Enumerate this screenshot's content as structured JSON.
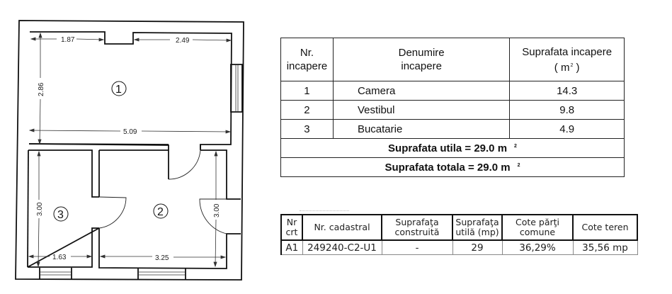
{
  "floor_plan": {
    "rooms": [
      {
        "number": "1",
        "label": "①"
      },
      {
        "number": "2",
        "label": "②"
      },
      {
        "number": "3",
        "label": "③"
      }
    ],
    "dimensions": {
      "room1_top_left_width": "1.87",
      "room1_top_right_width": "2.49",
      "room1_height": "2.86",
      "room1_total_width": "5.09",
      "room3_height": "3.00",
      "room3_width": "1.63",
      "room2_height": "3.00",
      "room2_width": "3.25"
    }
  },
  "rooms_table": {
    "headers": {
      "nr_line1": "Nr.",
      "nr_line2": "incapere",
      "name_line1": "Denumire",
      "name_line2": "incapere",
      "area_line1": "Suprafata incapere",
      "area_unit_open": "( m",
      "area_unit_sup": "2",
      "area_unit_close": " )"
    },
    "rows": [
      {
        "nr": "1",
        "name": "Camera",
        "area": "14.3"
      },
      {
        "nr": "2",
        "name": "Vestibul",
        "area": "9.8"
      },
      {
        "nr": "3",
        "name": "Bucatarie",
        "area": "4.9"
      }
    ],
    "utila": {
      "text": "Suprafata utila = 29.0 m",
      "sup": "2"
    },
    "totala": {
      "text": "Suprafata totala = 29.0 m",
      "sup": "2"
    }
  },
  "cadastral_table": {
    "headers": {
      "nr_crt_1": "Nr",
      "nr_crt_2": "crt",
      "nr_cadastral": "Nr. cadastral",
      "sup_constr_1": "Suprafaţa",
      "sup_constr_2": "construită",
      "sup_utila_1": "Suprafaţa",
      "sup_utila_2": "utilă (mp)",
      "cote_parti_1": "Cote părţi",
      "cote_parti_2": "comune",
      "cote_teren": "Cote teren"
    },
    "rows": [
      {
        "nr_crt": "A1",
        "nr_cadastral": "249240-C2-U1",
        "sup_construita": "-",
        "sup_utila": "29",
        "cote_parti_comune": "36,29%",
        "cote_teren": "35,56 mp"
      }
    ]
  }
}
